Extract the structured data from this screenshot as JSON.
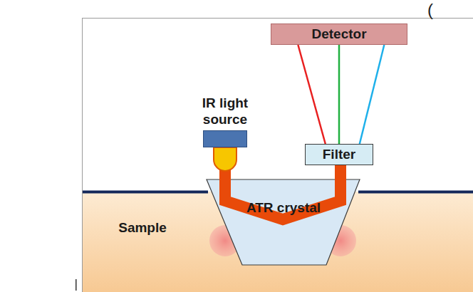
{
  "diagram": {
    "nodes": [
      {
        "text": [
          "Detector"
        ]
      },
      {
        "text": [
          "IR light source"
        ]
      },
      {
        "text": [
          "Filter"
        ]
      },
      {
        "text": [
          "ATR crystal"
        ]
      },
      {
        "text": [
          "Sample"
        ]
      }
    ],
    "edges": [
      {
        "from": 1,
        "to": 2,
        "arrow": "none"
      },
      {
        "from": 2,
        "to": 0,
        "arrow": "none"
      },
      {
        "from": 2,
        "to": 0,
        "arrow": "none"
      },
      {
        "from": 2,
        "to": 0,
        "arrow": "none"
      }
    ],
    "labels": [
      "("
    ]
  }
}
